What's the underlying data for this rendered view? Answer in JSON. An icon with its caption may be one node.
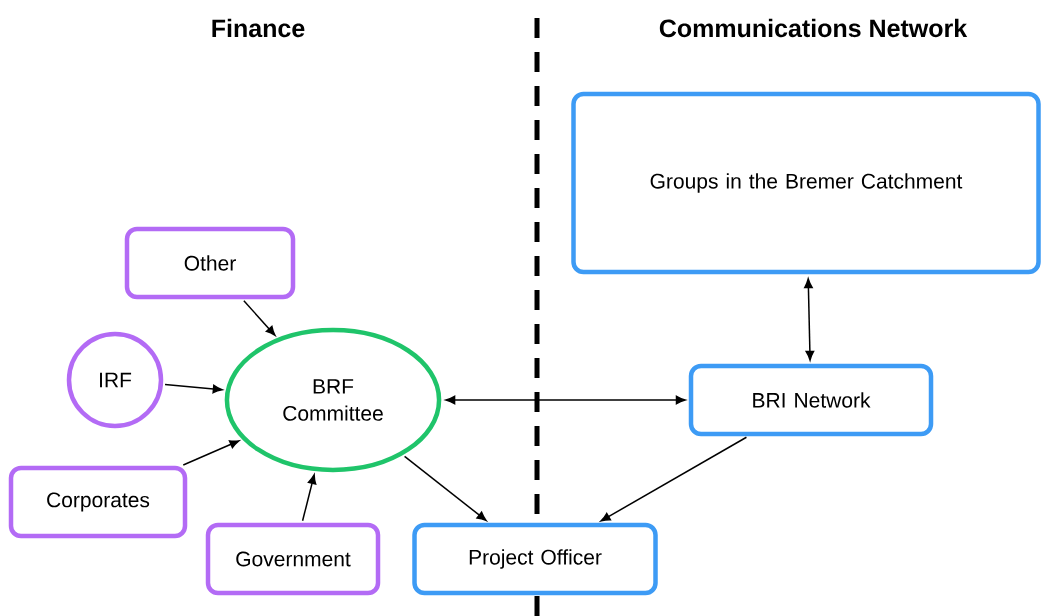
{
  "diagram": {
    "nodes": [
      {
        "text": [
          "Groups in the Bremer Catchment"
        ]
      },
      {
        "text": [
          "Other"
        ]
      },
      {
        "text": [
          "IRF"
        ]
      },
      {
        "text": [
          "BRF Committee"
        ]
      },
      {
        "text": [
          "BRI Network"
        ]
      },
      {
        "text": [
          "Corporates"
        ]
      },
      {
        "text": [
          "Government"
        ]
      },
      {
        "text": [
          "Project Officer"
        ]
      }
    ],
    "edges": [
      {
        "from": 1,
        "to": 3,
        "arrow": "to"
      },
      {
        "from": 2,
        "to": 3,
        "arrow": "to"
      },
      {
        "from": 5,
        "to": 3,
        "arrow": "to"
      },
      {
        "from": 6,
        "to": 3,
        "arrow": "to"
      },
      {
        "from": 3,
        "to": 4,
        "arrow": "both"
      },
      {
        "from": 0,
        "to": 4,
        "arrow": "both"
      },
      {
        "from": 3,
        "to": 7,
        "arrow": "to"
      },
      {
        "from": 4,
        "to": 7,
        "arrow": "to"
      }
    ],
    "labels": [
      "Finance",
      "Communications Network"
    ]
  }
}
